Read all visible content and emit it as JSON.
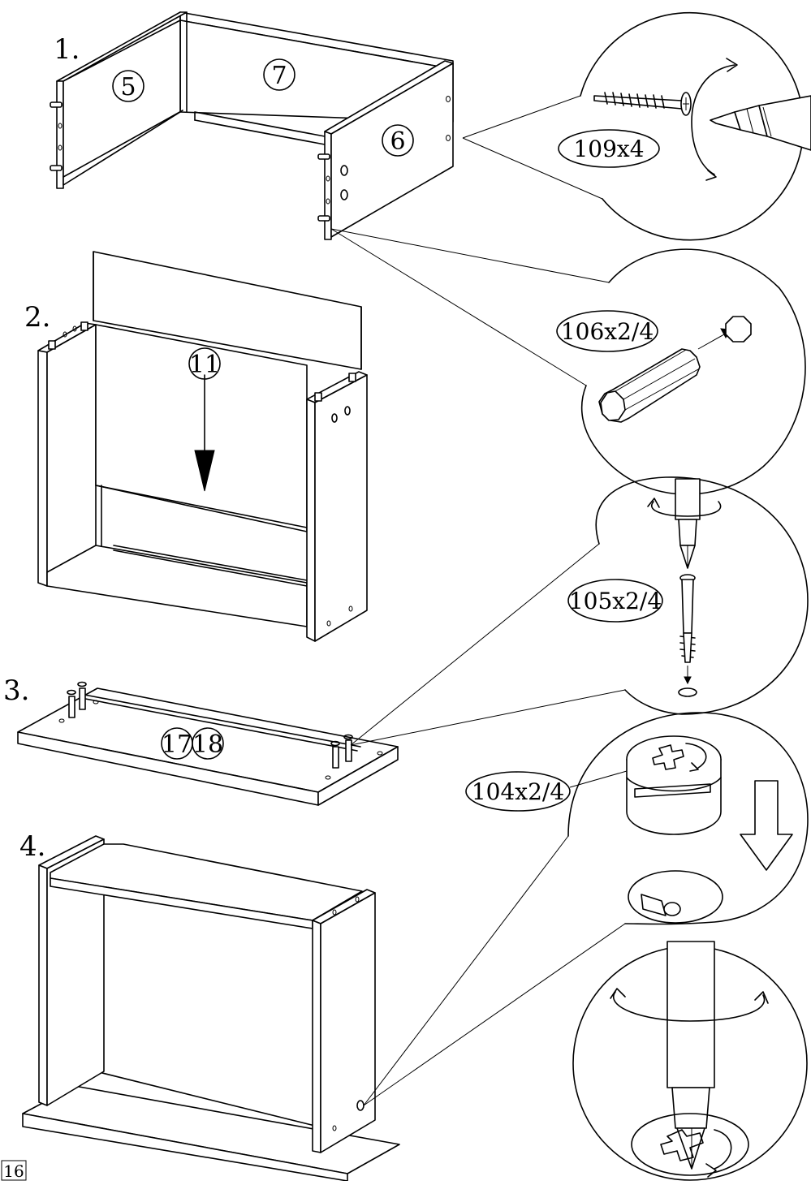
{
  "steps": {
    "s1": "1.",
    "s2": "2.",
    "s3": "3.",
    "s4": "4."
  },
  "parts": {
    "p5": "5",
    "p7": "7",
    "p6": "6",
    "p11": "11",
    "p17": "17",
    "p18": "18"
  },
  "hardware": {
    "h109": "109x4",
    "h106": "106x2/4",
    "h105": "105x2/4",
    "h104": "104x2/4"
  },
  "page_number": "16"
}
